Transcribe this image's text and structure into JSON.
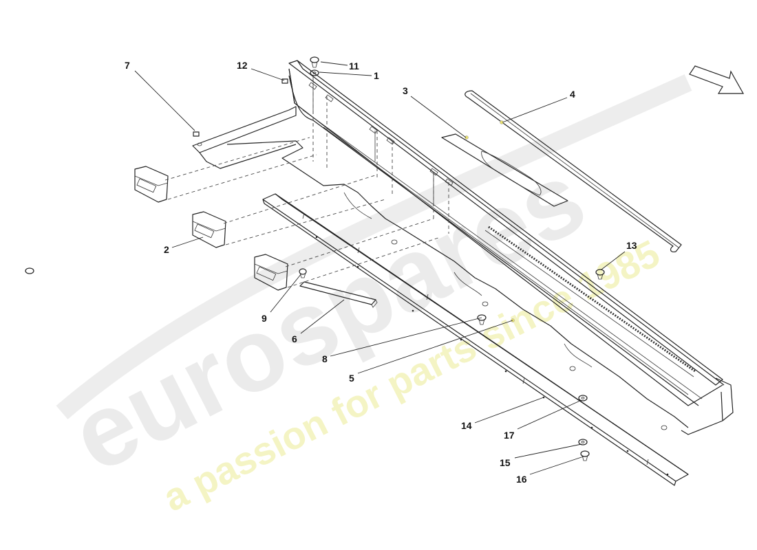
{
  "watermark": {
    "brand": "eurospares",
    "tagline": "a passion for parts since 1985"
  },
  "colors": {
    "line": "#222222",
    "watermark_grey": "#e9e9e9",
    "watermark_yellow": "#f3f3c0",
    "highlight_dot": "#e8e070"
  },
  "callouts": [
    {
      "id": "c1",
      "label": "1"
    },
    {
      "id": "c2",
      "label": "2"
    },
    {
      "id": "c3",
      "label": "3"
    },
    {
      "id": "c4",
      "label": "4"
    },
    {
      "id": "c5",
      "label": "5"
    },
    {
      "id": "c6",
      "label": "6"
    },
    {
      "id": "c7",
      "label": "7"
    },
    {
      "id": "c8",
      "label": "8"
    },
    {
      "id": "c9",
      "label": "9"
    },
    {
      "id": "c11",
      "label": "11"
    },
    {
      "id": "c12",
      "label": "12"
    },
    {
      "id": "c13",
      "label": "13"
    },
    {
      "id": "c14",
      "label": "14"
    },
    {
      "id": "c15",
      "label": "15"
    },
    {
      "id": "c16",
      "label": "16"
    },
    {
      "id": "c17",
      "label": "17"
    }
  ],
  "direction_arrow_icon": "arrow-right-down-icon"
}
